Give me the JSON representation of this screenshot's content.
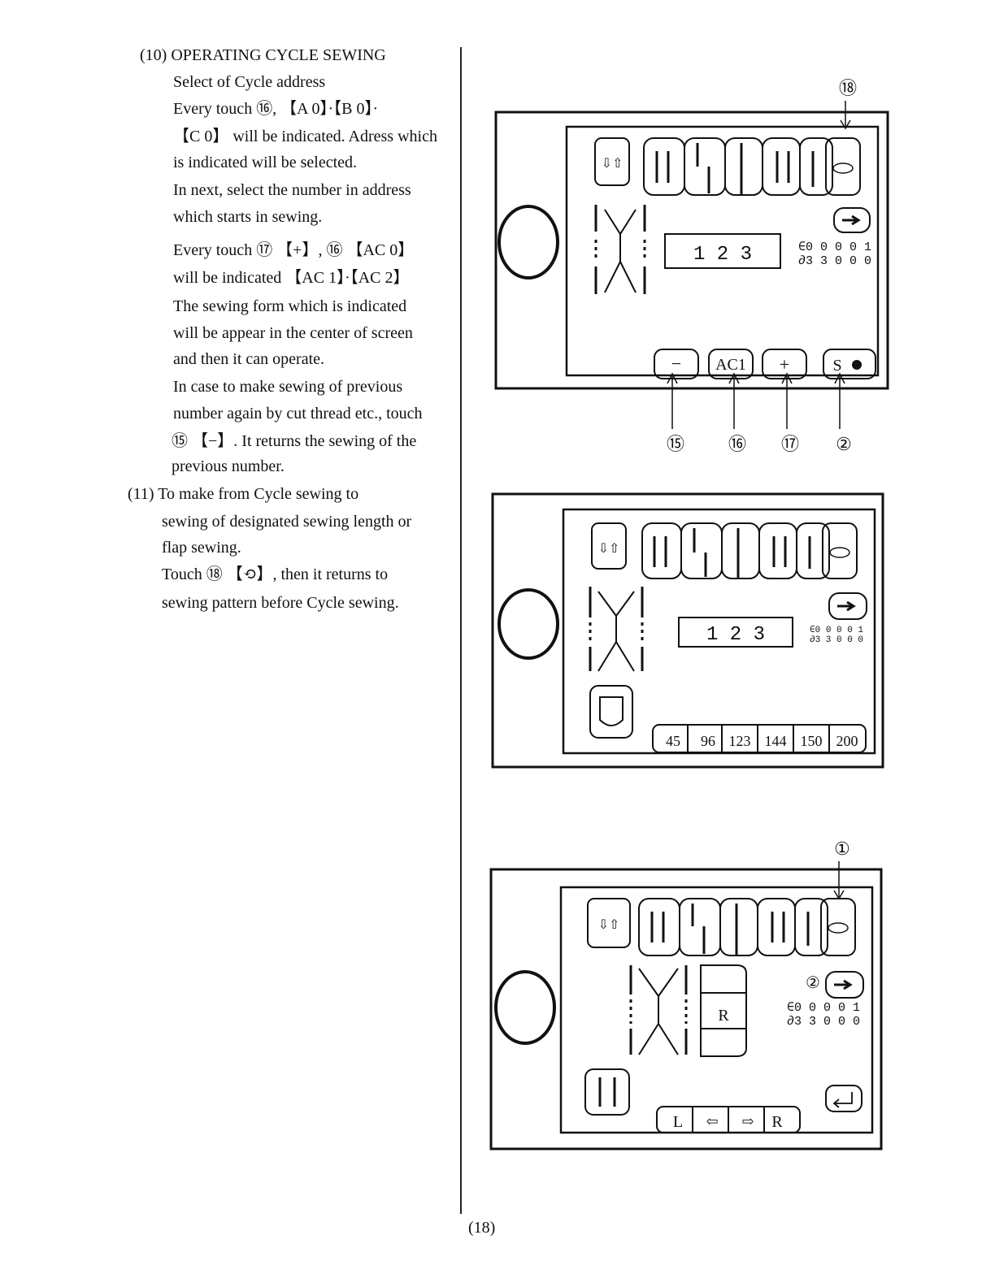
{
  "text": {
    "s10_heading": "(10) OPERATING CYCLE SEWING",
    "s10_lines": [
      "Select of Cycle address",
      "Every touch ⑯,  【A 0】·【B 0】·",
      "【C 0】 will be indicated. Adress which",
      "is indicated will be selected.",
      " In next, select the number in address",
      "which starts in sewing.",
      "Every touch ⑰ 【+】, ⑯ 【AC 0】",
      "will be indicated 【AC 1】·【AC 2】",
      "The sewing form which is indicated",
      "will be appear in the center of screen",
      "and then it can operate.",
      "In case to make sewing of previous",
      "number again by cut thread etc., touch",
      "⑮ 【−】. It returns the sewing of the",
      "previous number."
    ],
    "s11_heading": "(11) To make from Cycle sewing to",
    "s11_lines": [
      "sewing of designated sewing length or",
      "flap sewing.",
      "Touch ⑱ 【⟲】, then it returns to",
      "sewing pattern before Cycle sewing."
    ],
    "page_number": "(18)"
  },
  "panel1": {
    "callout_top": "⑱",
    "counter_digits": "1  2  3",
    "counter_line1": "∈0 0 0 0 1",
    "counter_line2": "∂3 3 0 0 0",
    "btn_minus": "−",
    "btn_address": "AC1",
    "btn_plus": "+",
    "btn_s": "S",
    "callouts_bottom": [
      "⑮",
      "⑯",
      "⑰",
      "②"
    ]
  },
  "panel2": {
    "counter_digits": "1  2  3",
    "counter_line1": "∈0 0 0 0 1",
    "counter_line2": "∂3 3 0 0 0",
    "length_buttons": [
      "45",
      "96",
      "123",
      "144",
      "150",
      "200"
    ]
  },
  "panel3": {
    "callout_top": "①",
    "callout_side": "②",
    "counter_line1": "∈0 0 0 0 1",
    "counter_line2": "∂3 3 0 0 0",
    "block_label": "R",
    "bottom_buttons": [
      "L",
      "⇦",
      "⇨",
      "R"
    ]
  }
}
